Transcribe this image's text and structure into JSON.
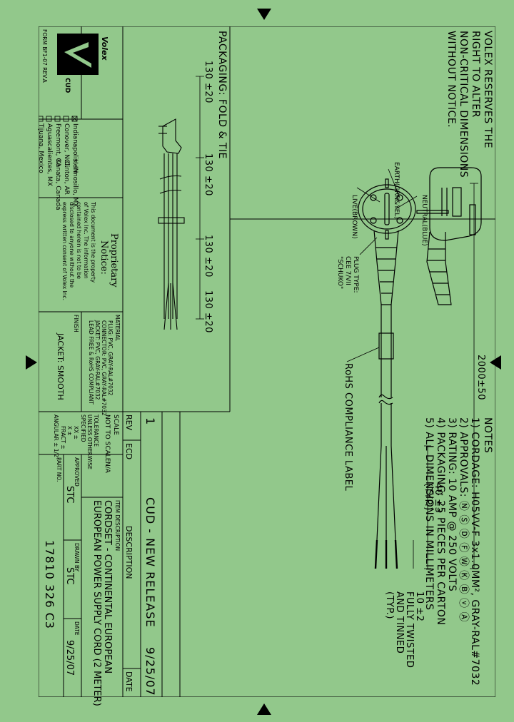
{
  "disclaimer": [
    "VOLEX RESERVES THE",
    "RIGHT TO ALTER",
    "NON-CRITICAL DIMENSIONS",
    "WITHOUT NOTICE."
  ],
  "packaging_title": "PACKAGING: FOLD & TIE",
  "packaging_dims": [
    "130 ±20",
    "130 ±20",
    "130 ±20",
    "130 ±20"
  ],
  "labels": {
    "earth": "EARTH(GRN&YEL)",
    "neutral": "NEUTRAL(BLUE)",
    "live": "LIVE(BROWN)",
    "plug_type": [
      "PLUG TYPE:",
      "CEE 7/VII",
      "\"SCHUKO\""
    ],
    "rohs": "RoHS COMPLIANCE LABEL",
    "length": "2000±50",
    "strip": [
      "40 ±3",
      "(TYP.)"
    ],
    "tinned": [
      "10 ±2",
      "FULLY TWISTED",
      "AND TINNED",
      "(TYP.)"
    ]
  },
  "notes": {
    "title": "NOTES",
    "items": [
      "1) CORDAGE: H05VV-F 3x1.0MM², GRAY-RAL#7032",
      "2) APPROVALS: Ⓝ Ⓢ Ⓓ Ⓕ Ⓦ Ⓚ Ⓑ ⓥ Ⓐ",
      "3) RATING: 10 AMP @ 250 VOLTS",
      "4) PACKAGING: 25 PIECES PER CARTON",
      "5) ALL DIMENSIONS IN MILLIMETERS"
    ]
  },
  "revision": {
    "header_rev": "REV",
    "header_ecd": "ECD",
    "header_description": "DESCRIPTION",
    "header_date": "DATE",
    "rev": "1",
    "description": "CUD - NEW RELEASE",
    "date": "9/25/07"
  },
  "title_block": {
    "scale_label": "SCALE",
    "scale_value": "NOT TO SCALE",
    "na": "N/A",
    "tolerance": [
      "TOLERANCE",
      "UNLESS OTHERWISE",
      "SPECIFIED",
      "XX ±",
      "X ±",
      "FRACT ±",
      "ANGULAR ± 1/2°"
    ],
    "item_desc_label": "ITEM DESCRIPTION",
    "item_desc": [
      "CORDSET - CONTINENTAL EUROPEAN",
      "EUROPEAN POWER SUPPLY CORD (2 METER)"
    ],
    "approved_label": "APPROVED",
    "drawn_label": "DRAWN BY",
    "date_label": "DATE",
    "approved": "STC",
    "drawn": "STC",
    "date": "9/25/07",
    "part_label": "PART NO.",
    "part_no": "17810 326 C3"
  },
  "material": {
    "label": "MATERIAL",
    "lines": [
      "PLUG: PVC, GRAY-RAL#7032",
      "CONNECTOR: PVC, GRAY-RAL#7032",
      "JACKET: PVC, GRAY-RAL#7032",
      "LEAD FREE & RoHS COMPLIANT"
    ]
  },
  "finish": {
    "label": "FINISH",
    "value": "JACKET: SMOOTH"
  },
  "proprietary": {
    "title": "Proprietary",
    "subtitle": "Notice:",
    "body": [
      "This document is the property",
      "of Volex Inc. The information",
      "contained herein is not to be",
      "disclosed to anyone without the",
      "express written consent of Volex Inc."
    ]
  },
  "locations": [
    {
      "name": "Indianapolis, IN",
      "checked": true
    },
    {
      "name": "Conover, N.C.",
      "checked": false
    },
    {
      "name": "Freemont, CA",
      "checked": false
    },
    {
      "name": "Aguascalientes, MX",
      "checked": false
    },
    {
      "name": "Tijuana, Mexico",
      "checked": false
    },
    {
      "name": "Hermosillo, MX",
      "checked": false
    },
    {
      "name": "Clinton, AR",
      "checked": false
    },
    {
      "name": "Kanata, Canada",
      "checked": false
    }
  ],
  "logo": {
    "brand": "Volex",
    "sub": "CUD"
  },
  "form_no": "FORM BF1-07 REV.A",
  "colors": {
    "background": "#92c88b",
    "ink": "#000000"
  }
}
